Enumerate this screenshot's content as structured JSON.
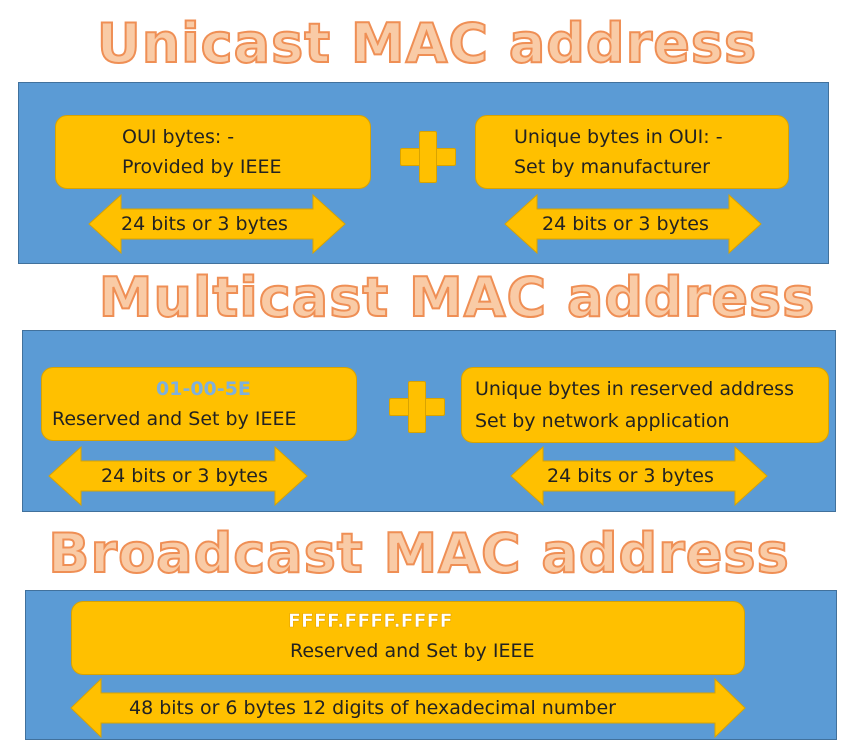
{
  "unicast": {
    "title": "Unicast MAC address",
    "left_box": {
      "line1": "OUI bytes: -",
      "line2": "Provided by IEEE"
    },
    "right_box": {
      "line1": "Unique bytes in OUI: -",
      "line2": "Set by manufacturer"
    },
    "left_arrow": "24 bits or 3 bytes",
    "right_arrow": "24 bits or 3 bytes"
  },
  "multicast": {
    "title": "Multicast MAC address",
    "left_box": {
      "hex": "01-00-5E",
      "line2": "Reserved and Set  by IEEE"
    },
    "right_box": {
      "line1": "Unique bytes in reserved address",
      "line2": " Set by network application"
    },
    "left_arrow": "24 bits or 3 bytes",
    "right_arrow": "24 bits or 3 bytes"
  },
  "broadcast": {
    "title": "Broadcast MAC address",
    "box": {
      "hex": "FFFF.FFFF.FFFF",
      "line2": "Reserved and Set  by IEEE"
    },
    "arrow": "48 bits or 6 bytes 12 digits of hexadecimal number"
  },
  "colors": {
    "panel": "#5b9bd5",
    "box": "#ffc000",
    "title_fill": "#f9cba6",
    "title_outline": "#ef8f55"
  }
}
